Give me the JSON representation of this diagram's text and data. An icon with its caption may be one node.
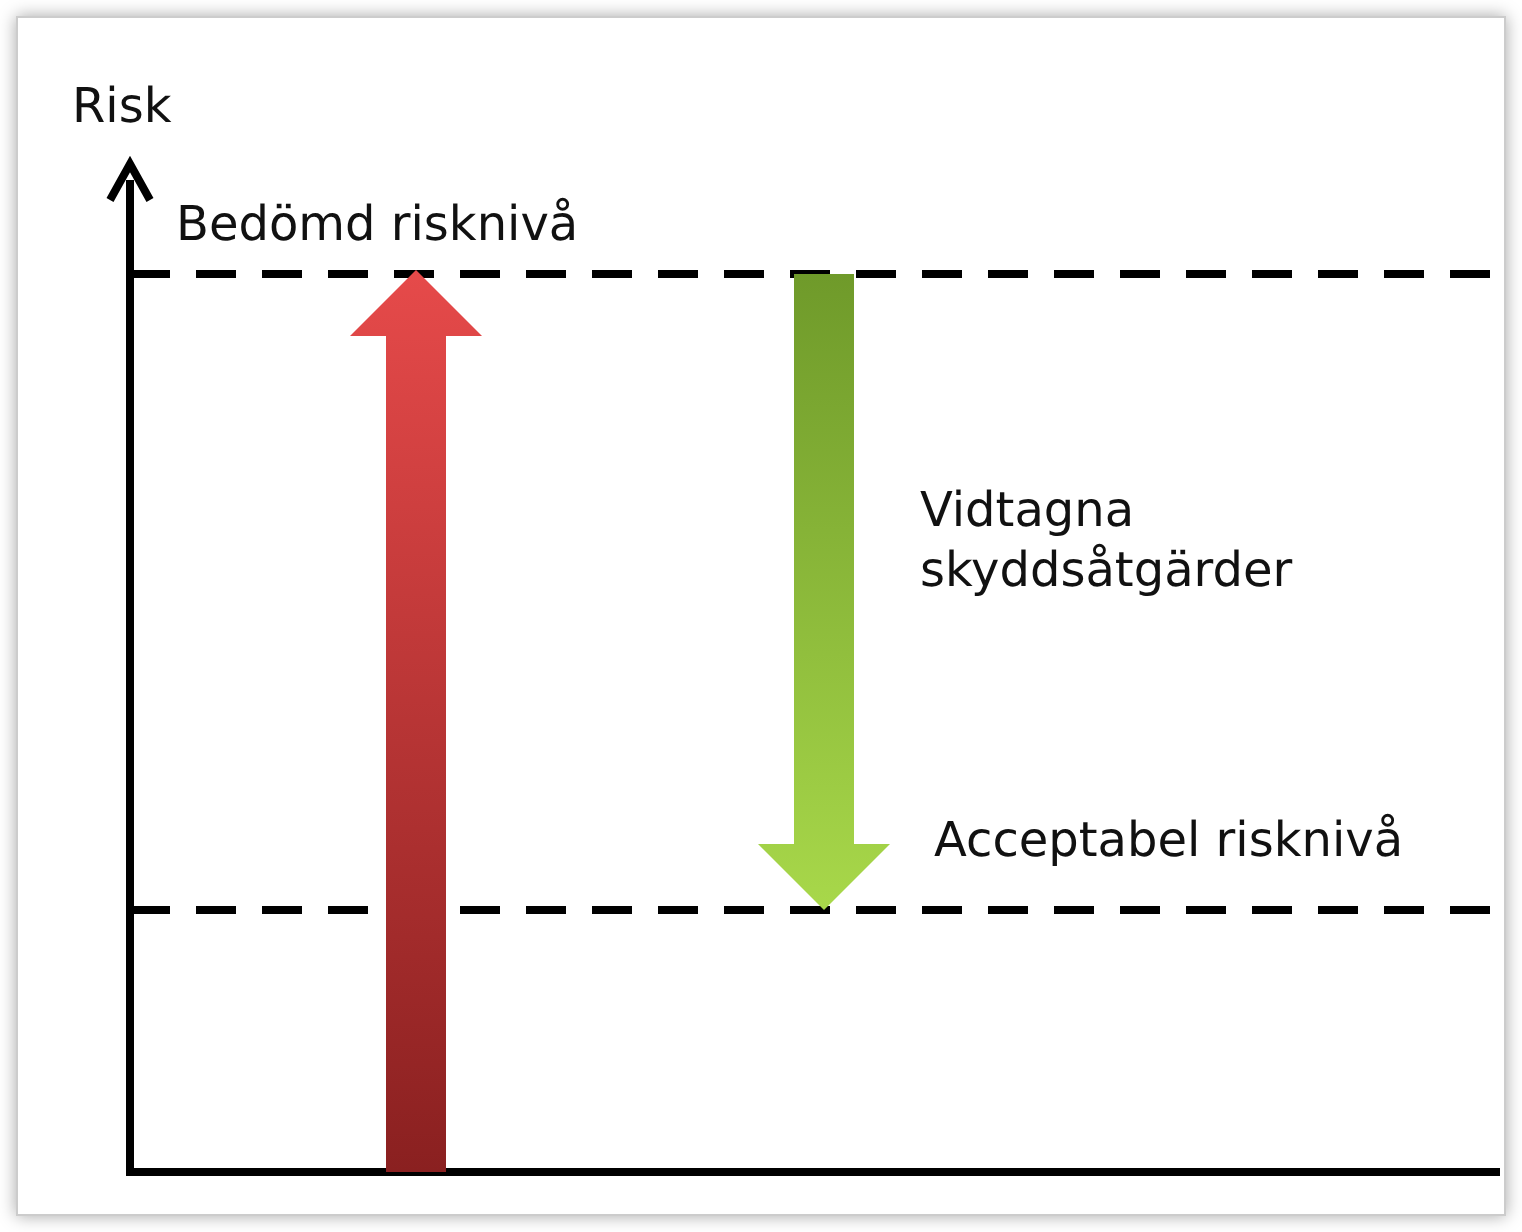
{
  "diagram": {
    "labels": [
      "Risk",
      "Bedömd risknivå",
      "Vidtagna skyddsåtgärder",
      "Acceptabel risknivå"
    ]
  }
}
